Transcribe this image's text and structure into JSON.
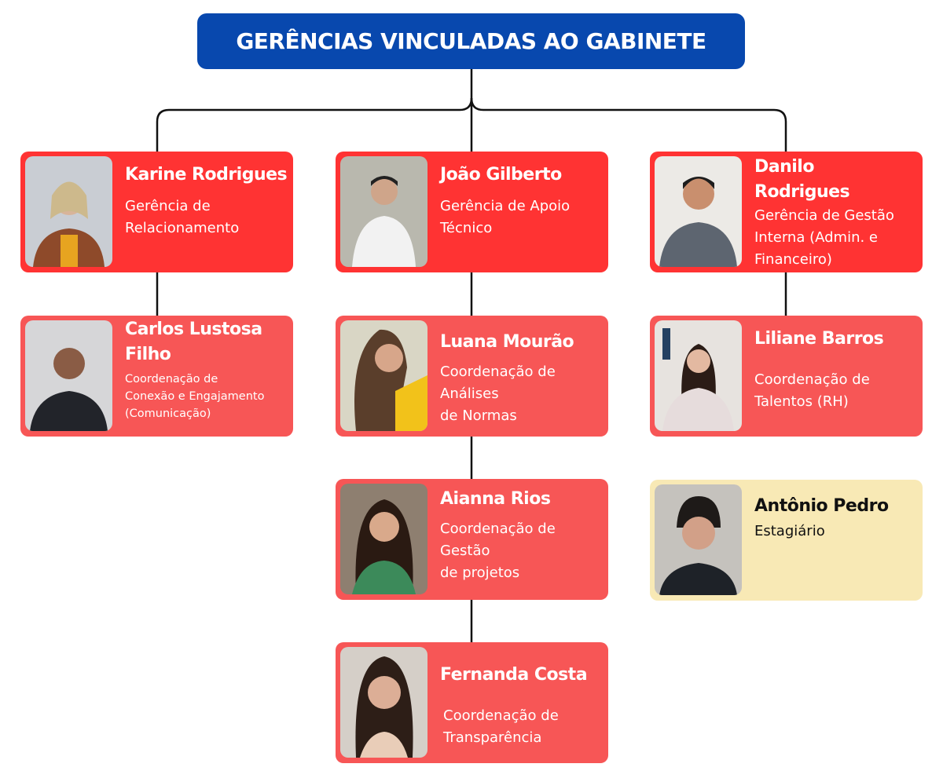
{
  "title": "GERÊNCIAS VINCULADAS AO GABINETE",
  "colors": {
    "header": "#0848ae",
    "manager_card": "#ff3333",
    "coord_card": "#f75656",
    "intern_card": "#f8e9b5"
  },
  "people": [
    {
      "name": "Karine Rodrigues",
      "role": "Gerência de\nRelacionamento"
    },
    {
      "name": "João Gilberto",
      "role": "Gerência de Apoio\nTécnico"
    },
    {
      "name": "Danilo\nRodrigues",
      "role": "Gerência de Gestão\nInterna (Admin. e\nFinanceiro)"
    },
    {
      "name": "Carlos Lustosa\nFilho",
      "role": "Coordenação de\nConexão e Engajamento\n(Comunicação)"
    },
    {
      "name": "Luana Mourão",
      "role": "Coordenação de\nAnálises\nde Normas"
    },
    {
      "name": "Liliane Barros",
      "role": "Coordenação de\nTalentos (RH)"
    },
    {
      "name": "Aianna Rios",
      "role": "Coordenação de\nGestão\nde projetos"
    },
    {
      "name": "Antônio Pedro",
      "role": "Estagiário"
    },
    {
      "name": "Fernanda Costa",
      "role": "Coordenação de\nTransparência"
    }
  ]
}
